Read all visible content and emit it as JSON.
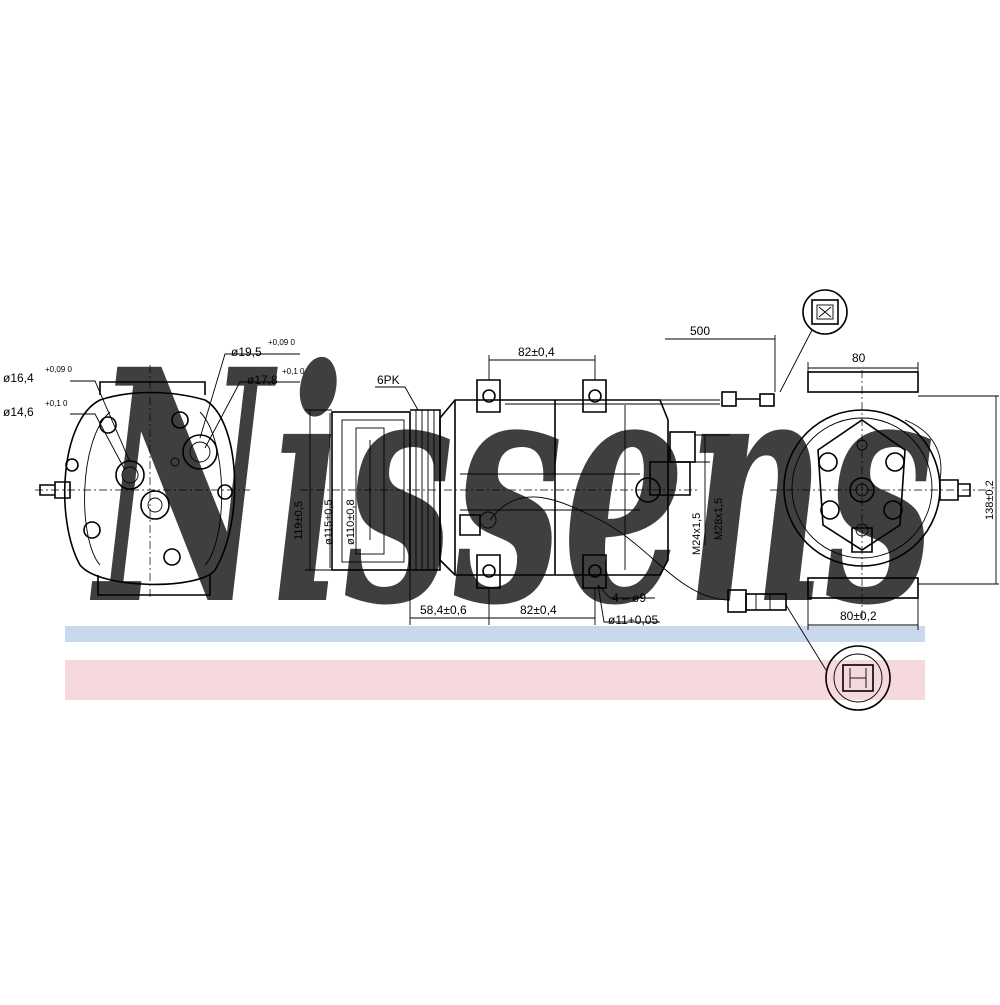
{
  "brand": {
    "watermark": "Nissens",
    "blue": "#c9d8ea",
    "pink": "#f6d9de"
  },
  "dimensions": {
    "port1": "ø16,4",
    "port1_tol": "+0,09 0",
    "port2": "ø14,6",
    "port2_tol": "+0,1 0",
    "port3": "ø19,5",
    "port3_tol": "+0,09 0",
    "port4": "ø17,8",
    "port4_tol": "+0,1 0",
    "belt": "6PK",
    "body_dia": "119±0,5",
    "pulley_outer": "ø115±0,5",
    "pulley_inner": "ø110±0,8",
    "mount_top": "82±0,4",
    "mount_bottom": "82±0,4",
    "offset": "58,4±0,6",
    "holes": "4 – ø9",
    "hole_dia": "ø11+0,05",
    "thread1": "M24x1,5",
    "thread2": "M28x1,5",
    "cable": "500",
    "width_top": "80",
    "width_bottom": "80±0,2",
    "height": "138±0,2"
  }
}
